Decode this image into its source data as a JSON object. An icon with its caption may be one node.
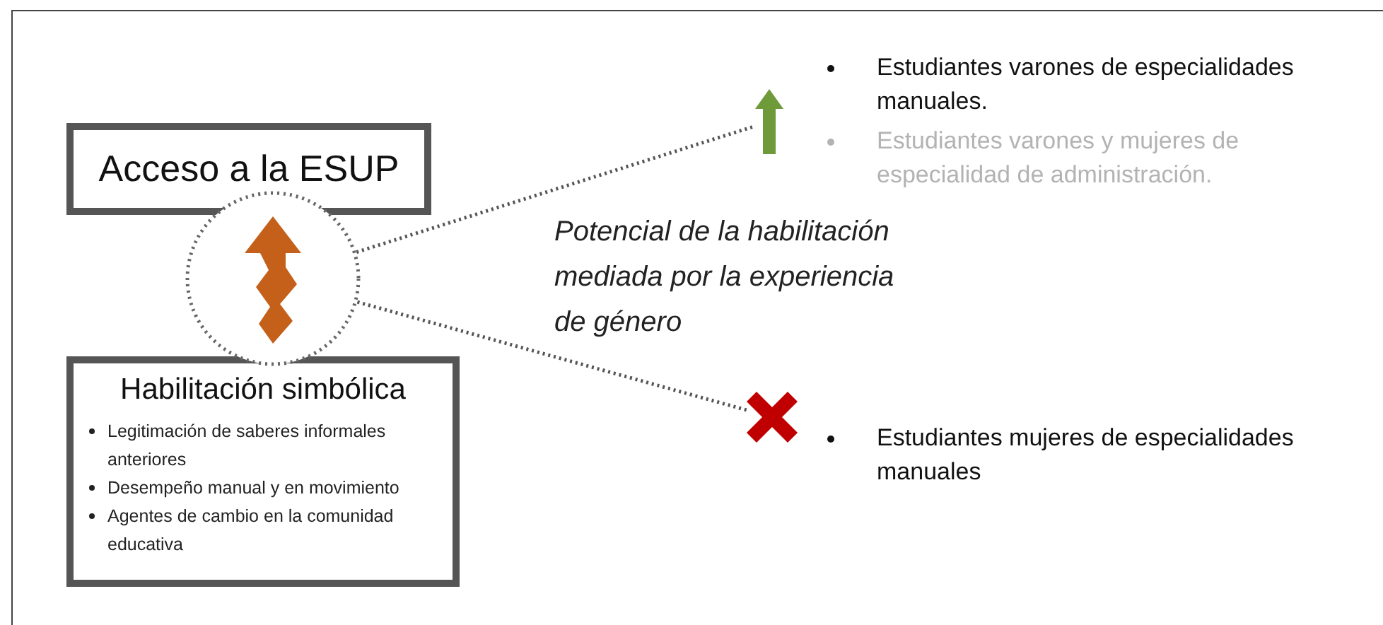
{
  "diagram": {
    "nodes": [
      {
        "text": [
          "Acceso a la ESUP"
        ]
      },
      {
        "text": [],
        "shape": "circle"
      },
      {
        "text": [
          "Habilitación simbólica",
          "Legitimación de saberes informales anteriores",
          "Desempeño manual y en movimiento",
          "Agentes de cambio en la comunidad educativa"
        ]
      },
      {
        "text": [],
        "shape": "arrow"
      },
      {
        "text": [],
        "shape": "cross"
      }
    ],
    "edges": [
      {
        "from": 1,
        "to": 3,
        "arrow": "none",
        "style": "dashed"
      },
      {
        "from": 1,
        "to": 4,
        "arrow": "none",
        "style": "dashed"
      }
    ],
    "labels": [
      "Potencial de la habilitación mediada por la experiencia de género",
      "Estudiantes varones de especialidades manuales.",
      "Estudiantes varones y mujeres de especialidad de administración.",
      "Estudiantes mujeres de especialidades manuales"
    ]
  }
}
